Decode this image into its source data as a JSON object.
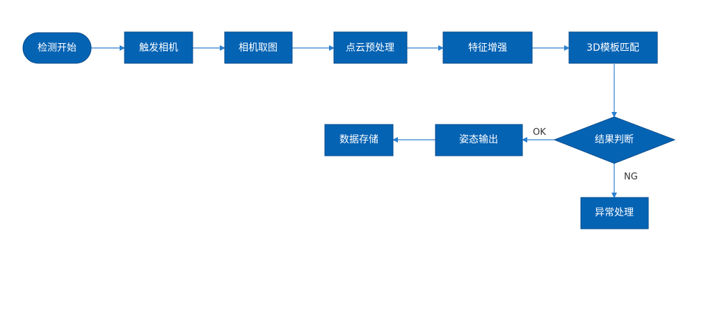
{
  "colors": {
    "node_fill": "#0563b4",
    "node_stroke": "#0a4d8c",
    "edge": "#2a7fd0",
    "text": "#ffffff",
    "label": "#333333"
  },
  "nodes": {
    "start": "检测开始",
    "trigger": "触发相机",
    "capture": "相机取图",
    "preprocess": "点云预处理",
    "enhance": "特征增强",
    "match": "3D模板匹配",
    "decision": "结果判断",
    "pose_output": "姿态输出",
    "storage": "数据存储",
    "exception": "异常处理"
  },
  "edge_labels": {
    "ok": "OK",
    "ng": "NG"
  }
}
